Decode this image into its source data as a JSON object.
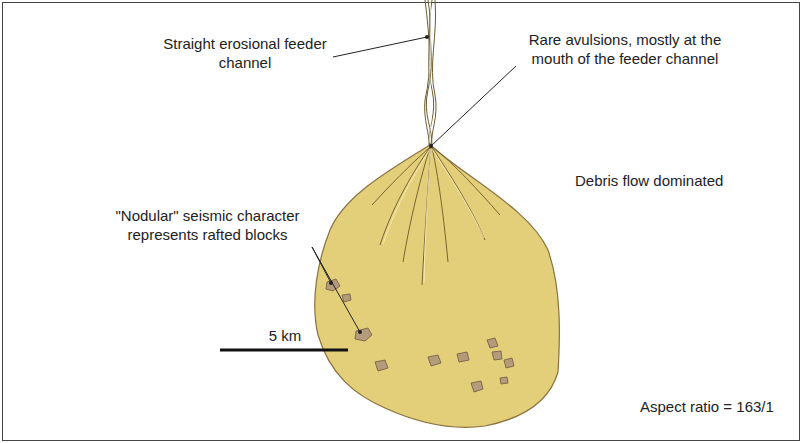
{
  "diagram": {
    "labels": [
      "Straight erosional feeder channel",
      "Rare avulsions, mostly at the mouth of the feeder channel",
      "Debris flow dominated",
      "\"Nodular\" seismic character represents rafted blocks",
      "5 km",
      "Aspect ratio = 163/1"
    ]
  }
}
